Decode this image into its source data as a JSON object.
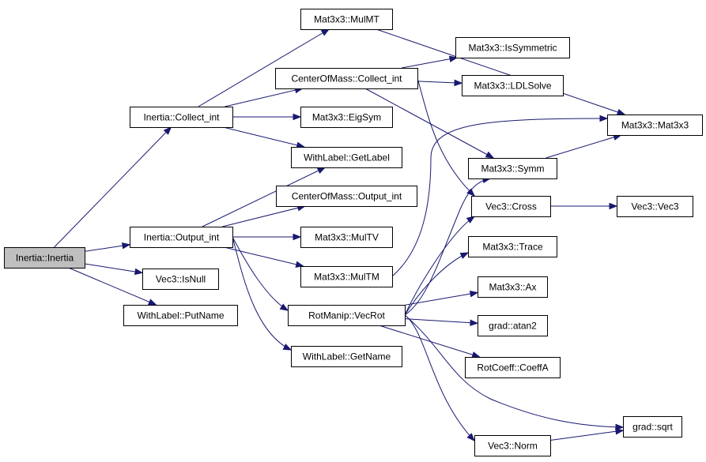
{
  "graph": {
    "title": "",
    "colors": {
      "edge": "#191970",
      "root_fill": "#bfbfbf",
      "node_fill": "#ffffff",
      "node_border": "#000000"
    },
    "nodes": [
      {
        "id": "n0",
        "label": "Inertia::Inertia",
        "root": true
      },
      {
        "id": "n1",
        "label": "Inertia::Collect_int"
      },
      {
        "id": "n2",
        "label": "Inertia::Output_int"
      },
      {
        "id": "n3",
        "label": "Vec3::IsNull"
      },
      {
        "id": "n4",
        "label": "WithLabel::PutName"
      },
      {
        "id": "n5",
        "label": "Mat3x3::MulMT"
      },
      {
        "id": "n6",
        "label": "CenterOfMass::Collect_int"
      },
      {
        "id": "n7",
        "label": "Mat3x3::EigSym"
      },
      {
        "id": "n8",
        "label": "WithLabel::GetLabel"
      },
      {
        "id": "n9",
        "label": "CenterOfMass::Output_int"
      },
      {
        "id": "n10",
        "label": "Mat3x3::MulTV"
      },
      {
        "id": "n11",
        "label": "Mat3x3::MulTM"
      },
      {
        "id": "n12",
        "label": "RotManip::VecRot"
      },
      {
        "id": "n13",
        "label": "WithLabel::GetName"
      },
      {
        "id": "n14",
        "label": "Mat3x3::IsSymmetric"
      },
      {
        "id": "n15",
        "label": "Mat3x3::LDLSolve"
      },
      {
        "id": "n16",
        "label": "Mat3x3::Symm"
      },
      {
        "id": "n17",
        "label": "Vec3::Cross"
      },
      {
        "id": "n18",
        "label": "Mat3x3::Trace"
      },
      {
        "id": "n19",
        "label": "Mat3x3::Ax"
      },
      {
        "id": "n20",
        "label": "grad::atan2"
      },
      {
        "id": "n21",
        "label": "RotCoeff::CoeffA"
      },
      {
        "id": "n22",
        "label": "Vec3::Norm"
      },
      {
        "id": "n23",
        "label": "Mat3x3::Mat3x3"
      },
      {
        "id": "n24",
        "label": "Vec3::Vec3"
      },
      {
        "id": "n25",
        "label": "grad::sqrt"
      }
    ],
    "edges": [
      {
        "from": "n0",
        "to": "n1"
      },
      {
        "from": "n0",
        "to": "n2"
      },
      {
        "from": "n0",
        "to": "n3"
      },
      {
        "from": "n0",
        "to": "n4"
      },
      {
        "from": "n1",
        "to": "n5"
      },
      {
        "from": "n1",
        "to": "n6"
      },
      {
        "from": "n1",
        "to": "n7"
      },
      {
        "from": "n1",
        "to": "n8"
      },
      {
        "from": "n2",
        "to": "n8"
      },
      {
        "from": "n2",
        "to": "n9"
      },
      {
        "from": "n2",
        "to": "n10"
      },
      {
        "from": "n2",
        "to": "n11"
      },
      {
        "from": "n2",
        "to": "n12"
      },
      {
        "from": "n2",
        "to": "n13"
      },
      {
        "from": "n5",
        "to": "n23"
      },
      {
        "from": "n6",
        "to": "n14"
      },
      {
        "from": "n6",
        "to": "n15"
      },
      {
        "from": "n6",
        "to": "n16"
      },
      {
        "from": "n6",
        "to": "n17"
      },
      {
        "from": "n11",
        "to": "n23"
      },
      {
        "from": "n12",
        "to": "n16"
      },
      {
        "from": "n12",
        "to": "n17"
      },
      {
        "from": "n12",
        "to": "n18"
      },
      {
        "from": "n12",
        "to": "n19"
      },
      {
        "from": "n12",
        "to": "n20"
      },
      {
        "from": "n12",
        "to": "n21"
      },
      {
        "from": "n12",
        "to": "n22"
      },
      {
        "from": "n12",
        "to": "n25"
      },
      {
        "from": "n16",
        "to": "n23"
      },
      {
        "from": "n17",
        "to": "n24"
      },
      {
        "from": "n22",
        "to": "n25"
      }
    ]
  }
}
